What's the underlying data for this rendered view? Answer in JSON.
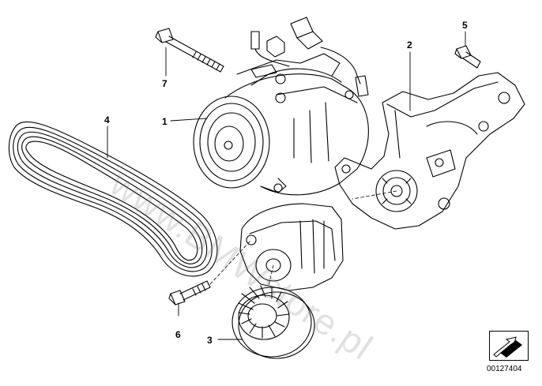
{
  "diagram": {
    "document_number": "00127404",
    "watermark": "www.BMWstore.pl",
    "callouts": [
      {
        "id": "1",
        "label": "1"
      },
      {
        "id": "2",
        "label": "2"
      },
      {
        "id": "3",
        "label": "3"
      },
      {
        "id": "4",
        "label": "4"
      },
      {
        "id": "5",
        "label": "5"
      },
      {
        "id": "6",
        "label": "6"
      },
      {
        "id": "7",
        "label": "7"
      }
    ],
    "colors": {
      "line": "#000000",
      "background": "#ffffff",
      "watermark": "#9a9a9a"
    }
  }
}
